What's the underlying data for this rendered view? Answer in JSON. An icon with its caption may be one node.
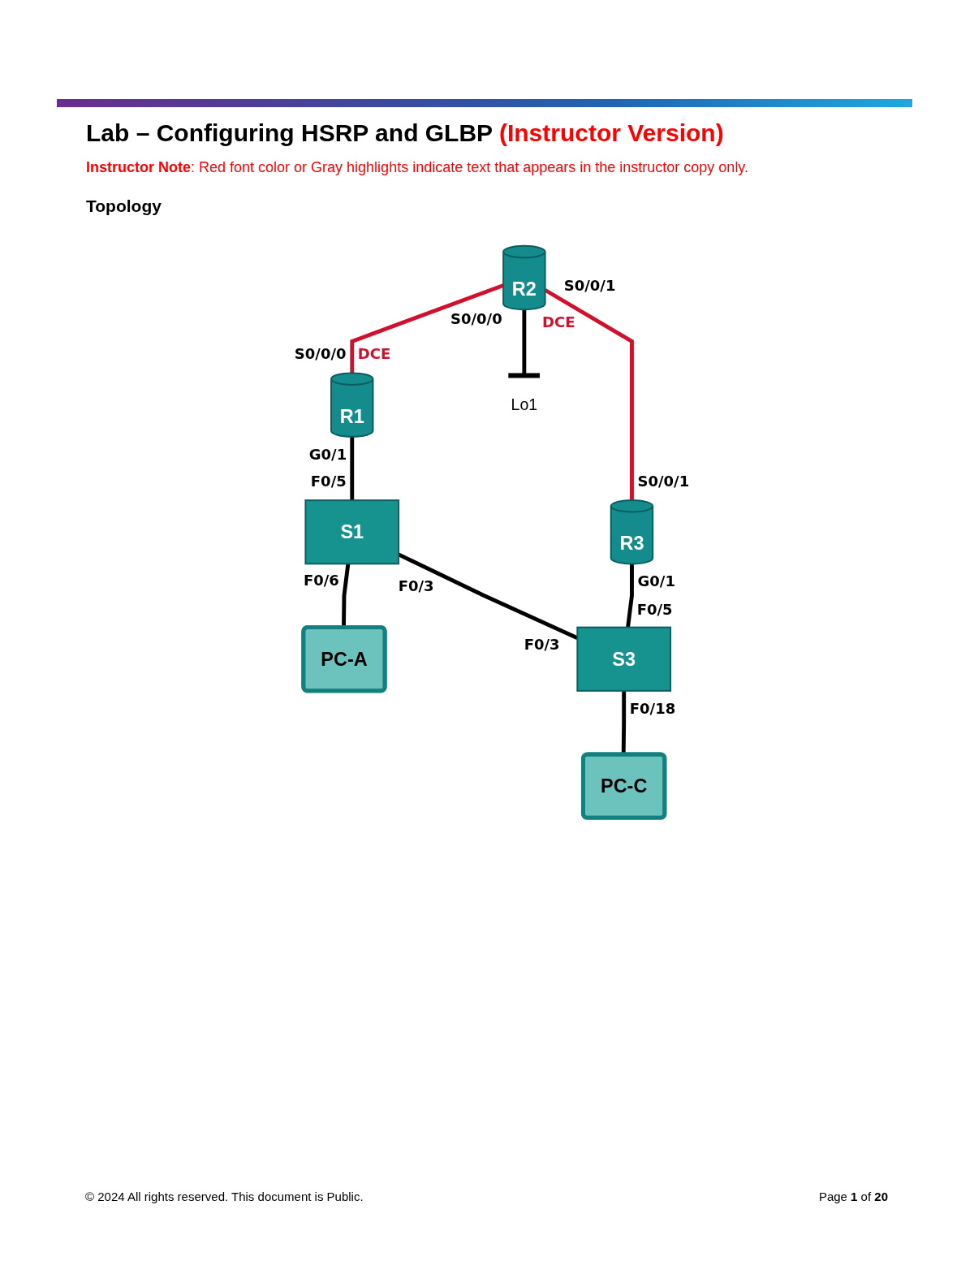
{
  "diagram": {
    "title": "Lab – Configuring HSRP and GLBP (Instructor Version)",
    "nodes": [
      {
        "text": [
          "R2"
        ]
      },
      {
        "text": [
          "Lo1"
        ]
      },
      {
        "text": [
          "R1"
        ]
      },
      {
        "text": [
          "R3"
        ]
      },
      {
        "text": [
          "S1"
        ]
      },
      {
        "text": [
          "S3"
        ]
      },
      {
        "text": [
          "PC-A"
        ]
      },
      {
        "text": [
          "PC-C"
        ]
      }
    ],
    "edges": [
      {
        "from": 0,
        "to": 1,
        "arrow": "other"
      },
      {
        "from": 0,
        "to": 2,
        "arrow": "none",
        "color": "#d0102c"
      },
      {
        "from": 0,
        "to": 3,
        "arrow": "none",
        "color": "#d0102c"
      },
      {
        "from": 2,
        "to": 4,
        "arrow": "none"
      },
      {
        "from": 3,
        "to": 5,
        "arrow": "none"
      },
      {
        "from": 4,
        "to": 5,
        "arrow": "none"
      },
      {
        "from": 4,
        "to": 6,
        "arrow": "none"
      },
      {
        "from": 5,
        "to": 7,
        "arrow": "none"
      }
    ],
    "labels": [
      "**Instructor Note**: Red font color or Gray highlights indicate text that appears in the instructor copy only.",
      "Topology",
      "S0/0/0",
      "S0/0/1",
      "DCE",
      "S0/0/1",
      "S0/0/0",
      "DCE",
      "G0/1",
      "G0/1",
      "F0/5",
      "F0/5",
      "F0/3",
      "F0/3",
      "F0/6",
      "F0/18",
      "© 2024 All rights reserved. This document is Public.",
      "Page **1** of **20**"
    ]
  }
}
